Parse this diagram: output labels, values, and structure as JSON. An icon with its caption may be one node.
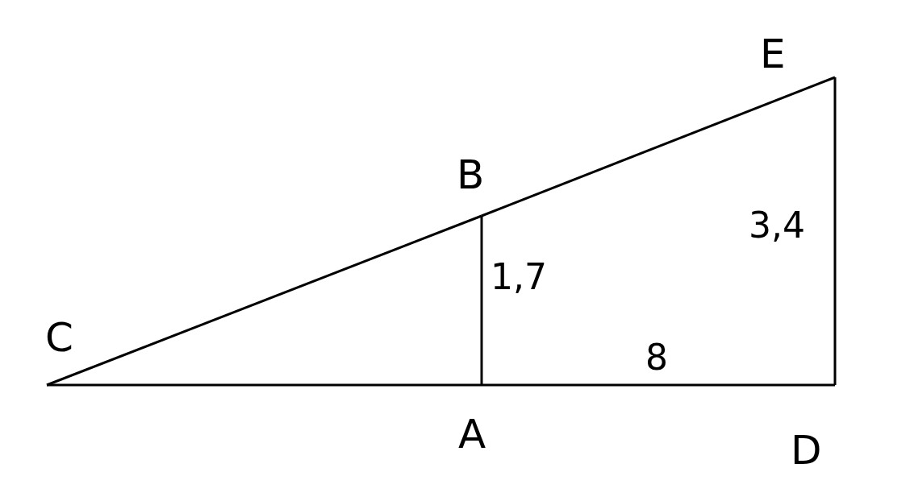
{
  "diagram": {
    "nodes": [
      {
        "text": [
          "C"
        ]
      },
      {
        "text": [
          "B"
        ]
      },
      {
        "text": [
          "E"
        ]
      },
      {
        "text": [
          "A"
        ]
      },
      {
        "text": [
          "D"
        ]
      }
    ],
    "edges": [
      {
        "from": 0,
        "to": 3,
        "arrow": "none"
      },
      {
        "from": 3,
        "to": 4,
        "arrow": "none",
        "label": "8"
      },
      {
        "from": 4,
        "to": 2,
        "arrow": "none",
        "label": "3,4"
      },
      {
        "from": 0,
        "to": 1,
        "arrow": "none"
      },
      {
        "from": 1,
        "to": 2,
        "arrow": "none"
      },
      {
        "from": 3,
        "to": 1,
        "arrow": "none",
        "label": "1,7"
      }
    ]
  }
}
